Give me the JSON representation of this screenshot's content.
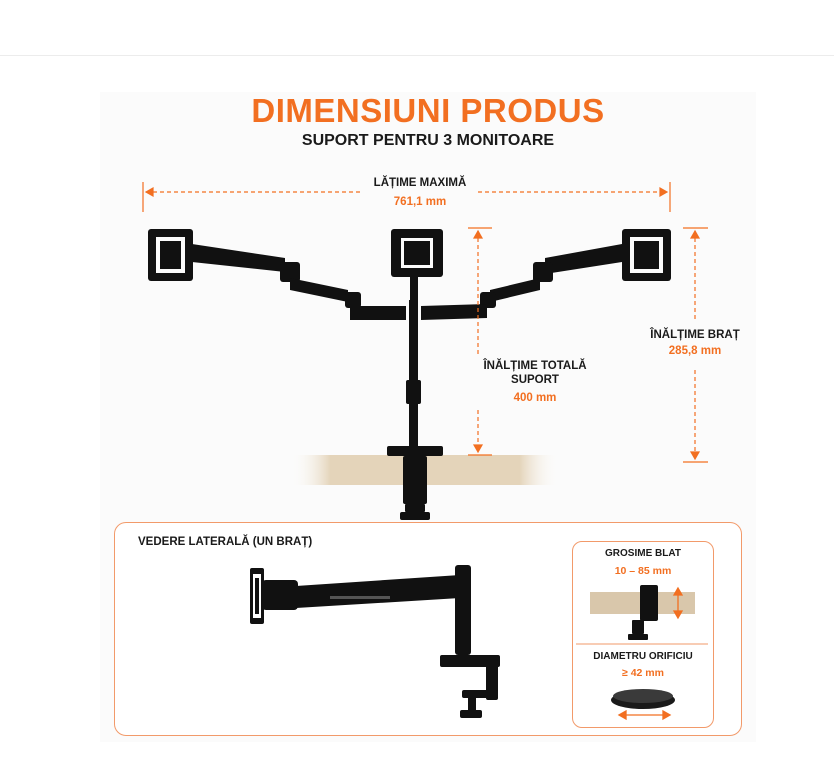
{
  "header": {
    "title": "DIMENSIUNI PRODUS",
    "subtitle": "SUPORT PENTRU 3 MONITOARE"
  },
  "dimensions": {
    "width_label": "LĂȚIME MAXIMĂ",
    "width_value": "761,1 mm",
    "arm_height_label": "ÎNĂLȚIME BRAȚ",
    "arm_height_value": "285,8 mm",
    "total_height_label_line1": "ÎNĂLȚIME TOTALĂ",
    "total_height_label_line2": "SUPORT",
    "total_height_value": "400 mm"
  },
  "side_view": {
    "label": "VEDERE LATERALĂ (UN BRAȚ)"
  },
  "desk": {
    "thickness_label": "GROSIME BLAT",
    "thickness_value": "10 – 85 mm",
    "hole_label": "DIAMETRU ORIFICIU",
    "hole_value": "≥ 42 mm"
  },
  "colors": {
    "accent": "#f26f21",
    "product": "#111111",
    "wood": "#d9c7ab"
  }
}
